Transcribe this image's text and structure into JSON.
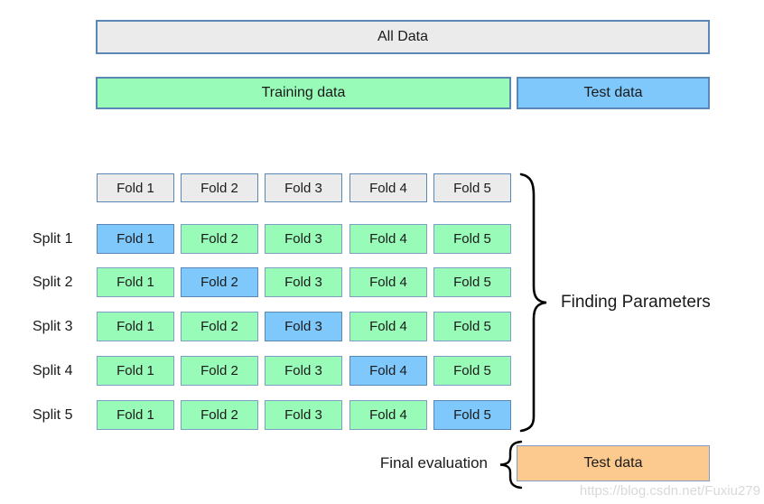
{
  "colors": {
    "green": "#98fbb8",
    "blue": "#7ec8fb",
    "gray": "#ebebeb",
    "orange": "#fcca8e",
    "border": "#7d9fc6",
    "border_dark": "#5b87b5",
    "text": "#1a1a1a",
    "watermark": "#d9d9d9",
    "brace": "#000000"
  },
  "top": {
    "all_data_label": "All Data",
    "training_label": "Training data",
    "test_label": "Test data"
  },
  "folds": {
    "headers": [
      "Fold 1",
      "Fold 2",
      "Fold 3",
      "Fold 4",
      "Fold 5"
    ]
  },
  "splits": [
    {
      "label": "Split 1",
      "test_fold_index": 0,
      "cells": [
        "Fold 1",
        "Fold 2",
        "Fold 3",
        "Fold 4",
        "Fold 5"
      ]
    },
    {
      "label": "Split 2",
      "test_fold_index": 1,
      "cells": [
        "Fold 1",
        "Fold 2",
        "Fold 3",
        "Fold 4",
        "Fold 5"
      ]
    },
    {
      "label": "Split 3",
      "test_fold_index": 2,
      "cells": [
        "Fold 1",
        "Fold 2",
        "Fold 3",
        "Fold 4",
        "Fold 5"
      ]
    },
    {
      "label": "Split 4",
      "test_fold_index": 3,
      "cells": [
        "Fold 1",
        "Fold 2",
        "Fold 3",
        "Fold 4",
        "Fold 5"
      ]
    },
    {
      "label": "Split 5",
      "test_fold_index": 4,
      "cells": [
        "Fold 1",
        "Fold 2",
        "Fold 3",
        "Fold 4",
        "Fold 5"
      ]
    }
  ],
  "annotations": {
    "finding_parameters": "Finding Parameters",
    "final_evaluation": "Final evaluation",
    "final_test_label": "Test data",
    "watermark": "https://blog.csdn.net/Fuxiu279"
  }
}
